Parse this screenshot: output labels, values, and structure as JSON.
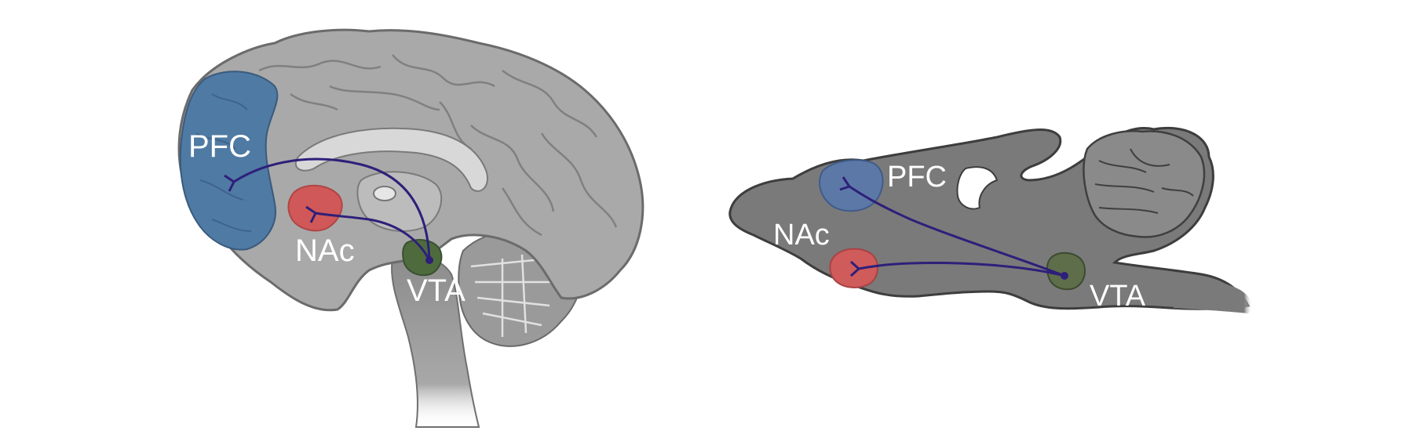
{
  "human_brain": {
    "labels": {
      "pfc": "PFC",
      "nac": "NAc",
      "vta": "VTA"
    }
  },
  "rodent_brain": {
    "labels": {
      "pfc": "PFC",
      "nac": "NAc",
      "vta": "VTA"
    }
  },
  "colors": {
    "brain_gray": "#8e8e8e",
    "human_cortex": "#a9a9a9",
    "pfc_blue": "#4f7aa3",
    "nac_red": "#d35454",
    "vta_green": "#4e6b3e",
    "pathway_purple": "#2e1f7a"
  }
}
